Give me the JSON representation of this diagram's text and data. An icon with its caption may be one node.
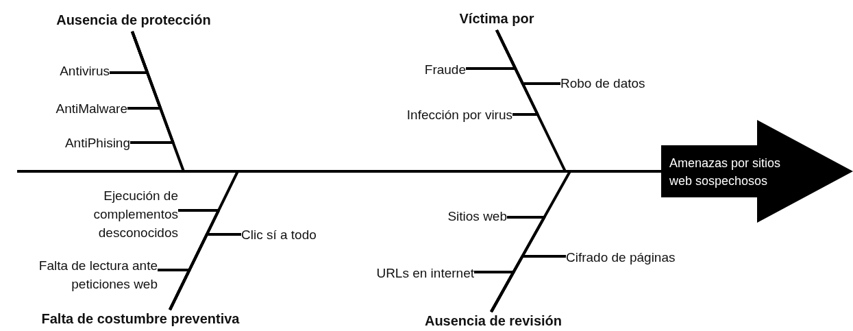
{
  "diagram": {
    "nodes": [
      {
        "text": [
          "Amenazas por sitios web sospechosos"
        ]
      },
      {
        "text": [
          "Ausencia de protección"
        ]
      },
      {
        "text": [
          "Antivirus"
        ]
      },
      {
        "text": [
          "AntiMalware"
        ]
      },
      {
        "text": [
          "AntiPhising"
        ]
      },
      {
        "text": [
          "Víctima por"
        ]
      },
      {
        "text": [
          "Fraude"
        ]
      },
      {
        "text": [
          "Robo de datos"
        ]
      },
      {
        "text": [
          "Infección por virus"
        ]
      },
      {
        "text": [
          "Falta de costumbre preventiva"
        ]
      },
      {
        "text": [
          "Ejecución de complementos desconocidos"
        ]
      },
      {
        "text": [
          "Clic sí a todo"
        ]
      },
      {
        "text": [
          "Falta de lectura ante peticiones web"
        ]
      },
      {
        "text": [
          "Ausencia de revisión"
        ]
      },
      {
        "text": [
          "Sitios web"
        ]
      },
      {
        "text": [
          "Cifrado de páginas"
        ]
      },
      {
        "text": [
          "URLs en internet"
        ]
      }
    ],
    "edges": [
      {
        "from": 1,
        "to": 0,
        "arrow": "none"
      },
      {
        "from": 2,
        "to": 1,
        "arrow": "none"
      },
      {
        "from": 3,
        "to": 1,
        "arrow": "none"
      },
      {
        "from": 4,
        "to": 1,
        "arrow": "none"
      },
      {
        "from": 5,
        "to": 0,
        "arrow": "none"
      },
      {
        "from": 6,
        "to": 5,
        "arrow": "none"
      },
      {
        "from": 7,
        "to": 5,
        "arrow": "none"
      },
      {
        "from": 8,
        "to": 5,
        "arrow": "none"
      },
      {
        "from": 9,
        "to": 0,
        "arrow": "none"
      },
      {
        "from": 10,
        "to": 9,
        "arrow": "none"
      },
      {
        "from": 11,
        "to": 9,
        "arrow": "none"
      },
      {
        "from": 12,
        "to": 9,
        "arrow": "none"
      },
      {
        "from": 13,
        "to": 0,
        "arrow": "none"
      },
      {
        "from": 14,
        "to": 13,
        "arrow": "none"
      },
      {
        "from": 15,
        "to": 13,
        "arrow": "none"
      },
      {
        "from": 16,
        "to": 13,
        "arrow": "none"
      }
    ]
  }
}
